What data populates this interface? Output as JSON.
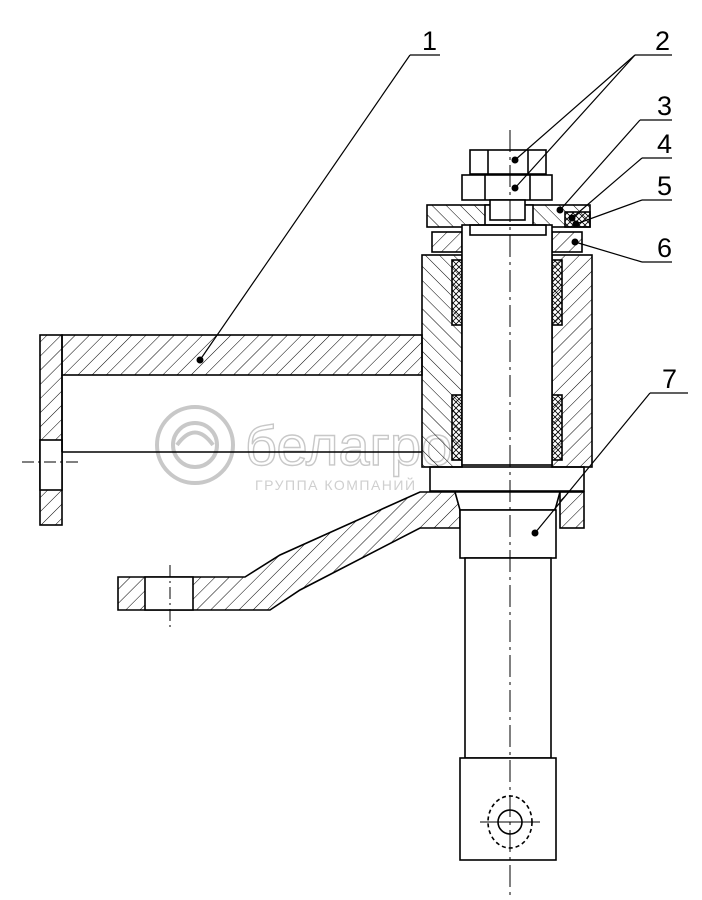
{
  "callouts": [
    {
      "id": "1",
      "label": "1"
    },
    {
      "id": "2",
      "label": "2"
    },
    {
      "id": "3",
      "label": "3"
    },
    {
      "id": "4",
      "label": "4"
    },
    {
      "id": "5",
      "label": "5"
    },
    {
      "id": "6",
      "label": "6"
    },
    {
      "id": "7",
      "label": "7"
    }
  ],
  "watermark": {
    "brand": "белагро",
    "subtitle": "ГРУППА КОМПАНИЙ"
  },
  "colors": {
    "line": "#000000",
    "watermark": "#c8c8c8",
    "background": "#ffffff"
  }
}
